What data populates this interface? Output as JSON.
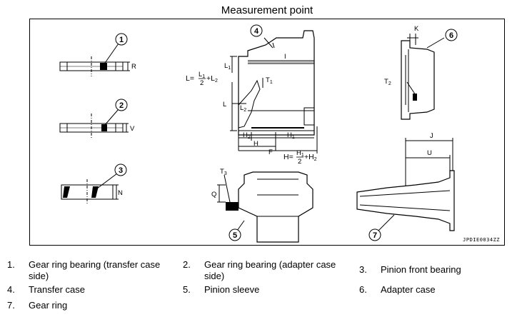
{
  "title": "Measurement point",
  "image_code": "JPDIE0034ZZ",
  "callouts": [
    "1",
    "2",
    "3",
    "4",
    "5",
    "6",
    "7"
  ],
  "dimension_labels": {
    "R": "R",
    "V": "V",
    "N": "N",
    "K": "K",
    "J": "J",
    "U": "U",
    "T1": "T",
    "T1_sub": "1",
    "T2": "T",
    "T2_sub": "2",
    "T3": "T",
    "T3_sub": "3",
    "L": "L",
    "L1": "L",
    "L1_sub": "1",
    "L2": "L",
    "L2_sub": "2",
    "I": "I",
    "H": "H",
    "H1": "H",
    "H1_sub": "1",
    "H2": "H",
    "H2_sub": "2",
    "F": "F",
    "Q": "Q"
  },
  "formulas": {
    "L": {
      "lhs": "L=",
      "num": "L",
      "num_sub": "1",
      "den": "2",
      "rest": "+L",
      "rest_sub": "2"
    },
    "H": {
      "lhs": "H=",
      "num": "H",
      "num_sub": "1",
      "den": "2",
      "rest": "+H",
      "rest_sub": "2"
    }
  },
  "legend": [
    {
      "num": "1.",
      "text": "Gear ring bearing (transfer case side)"
    },
    {
      "num": "2.",
      "text": "Gear ring bearing (adapter case side)"
    },
    {
      "num": "3.",
      "text": "Pinion front bearing"
    },
    {
      "num": "4.",
      "text": "Transfer case"
    },
    {
      "num": "5.",
      "text": "Pinion sleeve"
    },
    {
      "num": "6.",
      "text": "Adapter case"
    },
    {
      "num": "7.",
      "text": "Gear ring"
    }
  ]
}
